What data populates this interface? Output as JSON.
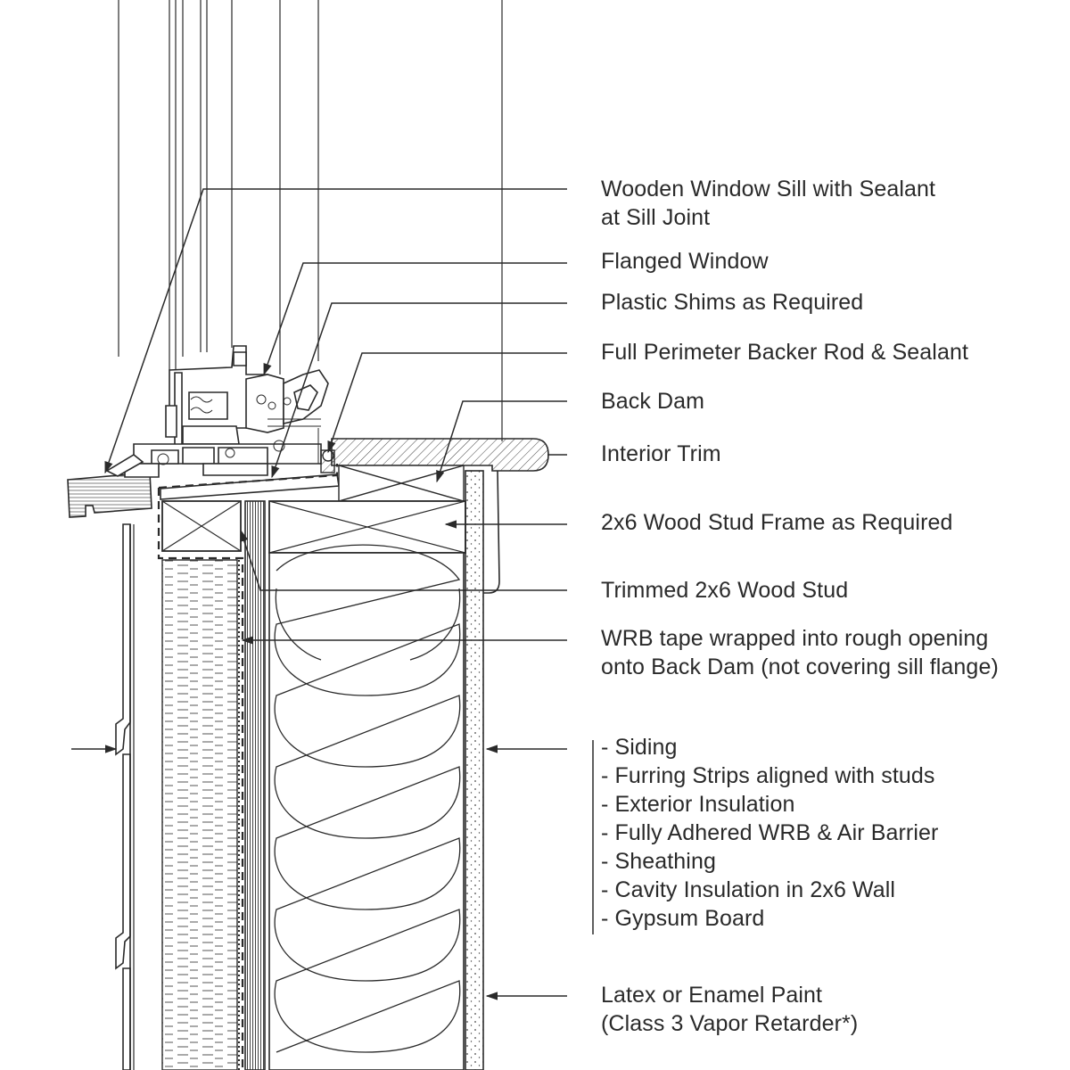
{
  "labels": {
    "sill": {
      "line1": "Wooden Window Sill with Sealant",
      "line2": "at Sill Joint"
    },
    "flanged_window": "Flanged Window",
    "plastic_shims": "Plastic Shims as Required",
    "backer_rod": "Full Perimeter Backer Rod & Sealant",
    "back_dam": "Back Dam",
    "interior_trim": "Interior Trim",
    "stud_frame": "2x6 Wood Stud Frame as Required",
    "trimmed_stud": "Trimmed 2x6 Wood Stud",
    "wrb_tape": {
      "line1": "WRB tape wrapped into rough opening",
      "line2": "onto Back Dam (not covering sill flange)"
    },
    "wall_layers": [
      "- Siding",
      "- Furring Strips aligned with studs",
      "- Exterior Insulation",
      "- Fully Adhered WRB & Air Barrier",
      "- Sheathing",
      "- Cavity Insulation in 2x6 Wall",
      "- Gypsum Board"
    ],
    "paint": {
      "line1": "Latex or Enamel Paint",
      "line2": "(Class 3 Vapor Retarder*)"
    }
  },
  "colors": {
    "ink": "#2a2a2a",
    "background": "#ffffff"
  }
}
